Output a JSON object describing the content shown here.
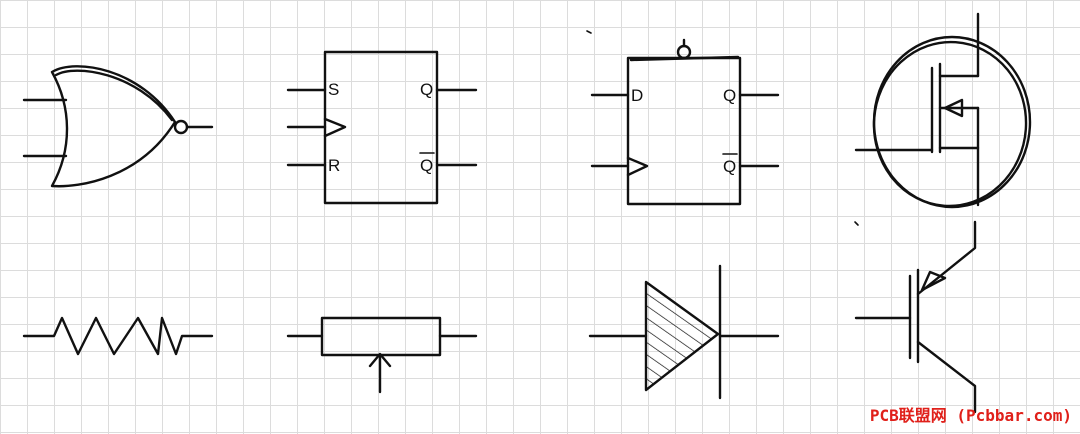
{
  "labels": {
    "sr_flipflop": {
      "s": "S",
      "r": "R",
      "q": "Q",
      "qbar": "Q"
    },
    "d_flipflop": {
      "d": "D",
      "q": "Q",
      "qbar": "Q"
    }
  },
  "watermark": "PCB联盟网 (Pcbbar.com)",
  "colors": {
    "ink": "#111111",
    "grid": "#dcdcdc",
    "watermark": "#e0201a"
  }
}
